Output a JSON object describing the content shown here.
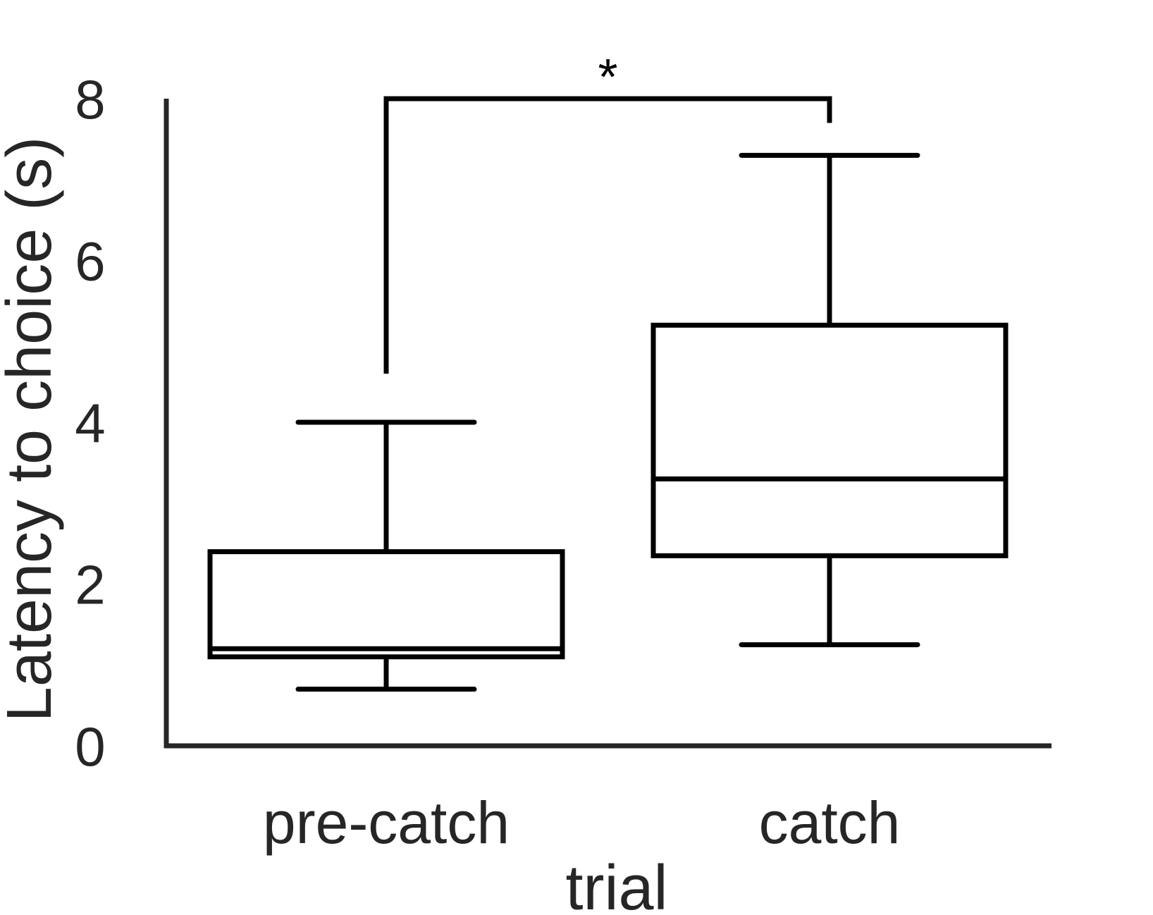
{
  "chart_data": {
    "type": "box",
    "xlabel": "trial",
    "ylabel": "Latency to choice (s)",
    "ylim": [
      0,
      8
    ],
    "yticks": [
      "0",
      "2",
      "4",
      "6",
      "8"
    ],
    "categories": [
      "pre-catch",
      "catch"
    ],
    "boxes": [
      {
        "category": "pre-catch",
        "whisker_low": 0.7,
        "q1": 1.1,
        "median": 1.2,
        "q3": 2.4,
        "whisker_high": 4.0
      },
      {
        "category": "catch",
        "whisker_low": 1.25,
        "q1": 2.35,
        "median": 3.3,
        "q3": 5.2,
        "whisker_high": 7.3
      }
    ],
    "significance": {
      "from_category": "pre-catch",
      "to_category": "catch",
      "from_y": 4.6,
      "to_y": 7.7,
      "bracket_y": 8.0,
      "label": "*"
    },
    "grid": false,
    "legend": "none"
  }
}
